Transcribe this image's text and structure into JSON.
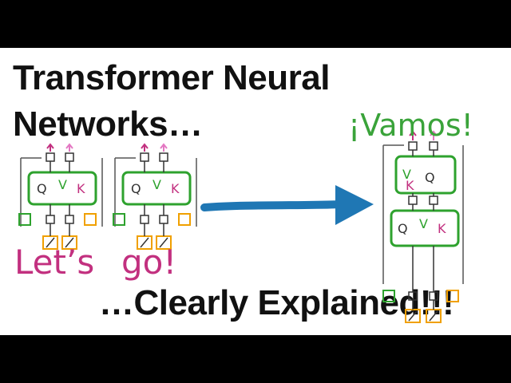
{
  "title_line1": "Transformer Neural",
  "title_line2": "Networks…",
  "title_line3": "…Clearly Explained!!!",
  "handwritten": {
    "lets": "Let’s",
    "go": "go!",
    "vamos": "¡Vamos!"
  },
  "attention_labels": {
    "q": "Q",
    "v": "V",
    "k": "K"
  },
  "colors": {
    "attention_box": "#2ea22e",
    "feedforward_box": "#f0a000",
    "arrow": "#1f77b4",
    "lets_go_text": "#c2307f",
    "vamos_text": "#3aa33a",
    "k_label": "#c2307f",
    "output_arrow_pink": "#e377c2"
  }
}
